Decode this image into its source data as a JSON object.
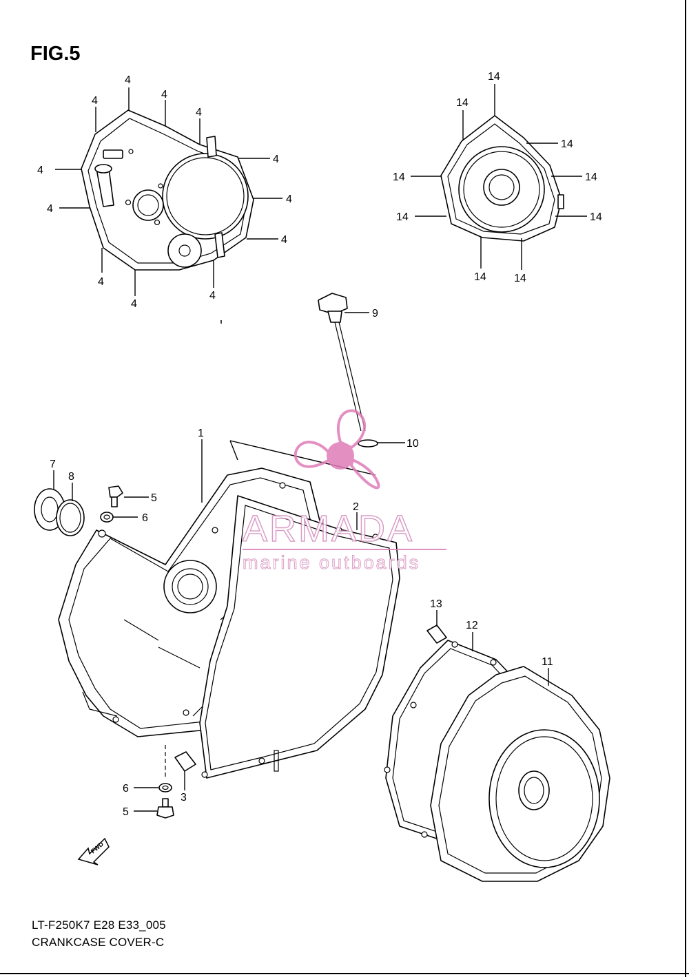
{
  "figure": {
    "title": "FIG.5",
    "drawing_code": "LT-F250K7 E28 E33_005",
    "drawing_name": "CRANKCASE COVER-C"
  },
  "watermark": {
    "brand": "ARMADA",
    "tagline": "marine outboards",
    "color": "#e07cb8"
  },
  "fwd_label": "FWD",
  "callouts": {
    "c4": "4",
    "c14": "14",
    "c1": "1",
    "c2": "2",
    "c3": "3",
    "c5": "5",
    "c6": "6",
    "c7": "7",
    "c8": "8",
    "c9": "9",
    "c10": "10",
    "c11": "11",
    "c12": "12",
    "c13": "13"
  }
}
